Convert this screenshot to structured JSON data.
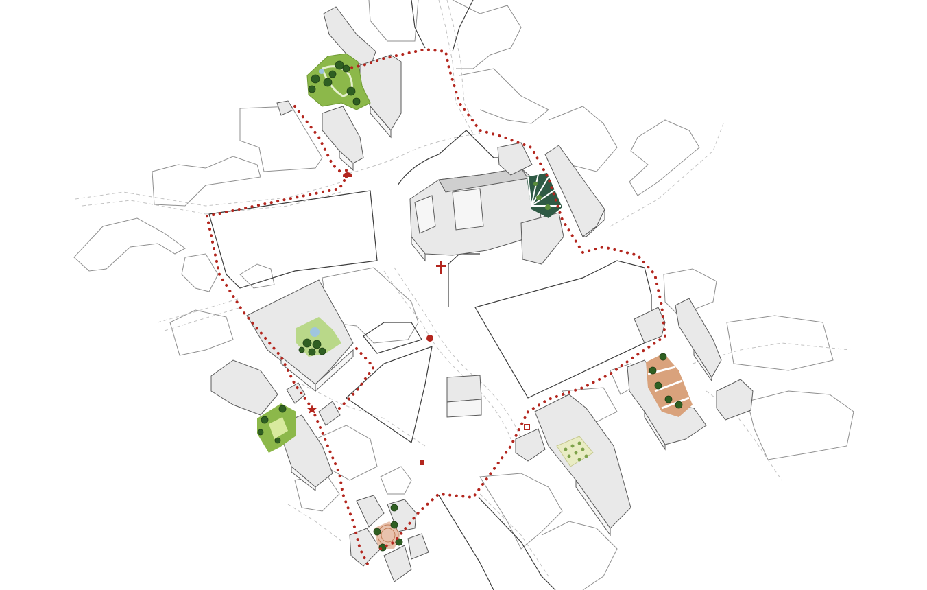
{
  "map": {
    "route_color": "#b3261e",
    "building_fill": "#e9e9e9",
    "outline_color": "#8f8f8f",
    "garden_colors": {
      "meadow": "#8cb84a",
      "courtyard": "#b9d889",
      "plaza": "#d9a27c",
      "cathedral_green": "#2f5a45",
      "allotment": "#e9ecc4"
    },
    "markers": [
      {
        "name": "semicircle-marker",
        "icon": "semicircle"
      },
      {
        "name": "cross-marker",
        "icon": "latin-cross"
      },
      {
        "name": "dot-marker",
        "icon": "filled-circle"
      },
      {
        "name": "star-marker",
        "icon": "star"
      },
      {
        "name": "square-marker",
        "icon": "filled-square"
      },
      {
        "name": "square-outline-marker",
        "icon": "outlined-square"
      }
    ]
  }
}
